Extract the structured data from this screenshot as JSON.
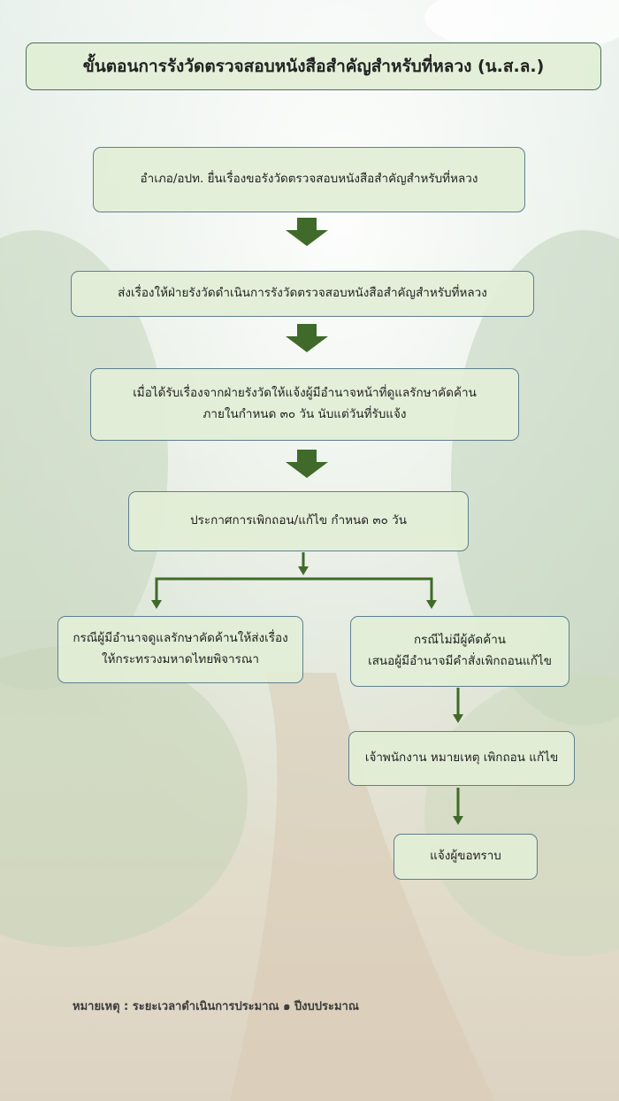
{
  "title": "ขั้นตอนการรังวัดตรวจสอบหนังสือสำคัญสำหรับที่หลวง (น.ส.ล.)",
  "steps": {
    "s1": "อำเภอ/อปท. ยื่นเรื่องขอรังวัดตรวจสอบหนังสือสำคัญสำหรับที่หลวง",
    "s2": "ส่งเรื่องให้ฝ่ายรังวัดดำเนินการรังวัดตรวจสอบหนังสือสำคัญสำหรับที่หลวง",
    "s3": {
      "line1": "เมื่อได้รับเรื่องจากฝ่ายรังวัดให้แจ้งผู้มีอำนาจหน้าที่ดูแลรักษาคัดค้าน",
      "line2": "ภายในกำหนด ๓๐ วัน นับแต่วันที่รับแจ้ง"
    },
    "s4": "ประกาศการเพิกถอน/แก้ไข กำหนด ๓๐ วัน",
    "left": {
      "line1": "กรณีผู้มีอำนาจดูแลรักษาคัดค้านให้ส่งเรื่อง",
      "line2": "ให้กระทรวงมหาดไทยพิจารณา"
    },
    "right": {
      "line1": "กรณีไม่มีผู้คัดค้าน",
      "line2": "เสนอผู้มีอำนาจมีคำสั่งเพิกถอนแก้ไข"
    },
    "r2": "เจ้าพนักงาน หมายเหตุ เพิกถอน แก้ไข",
    "r3": "แจ้งผู้ขอทราบ"
  },
  "note": "หมายเหตุ : ระยะเวลาดำเนินการประมาณ ๑ ปีงบประมาณ",
  "colors": {
    "arrow": "#3f6a2a",
    "box_fill": "#e2eed6",
    "box_border": "#5f7f8f"
  }
}
